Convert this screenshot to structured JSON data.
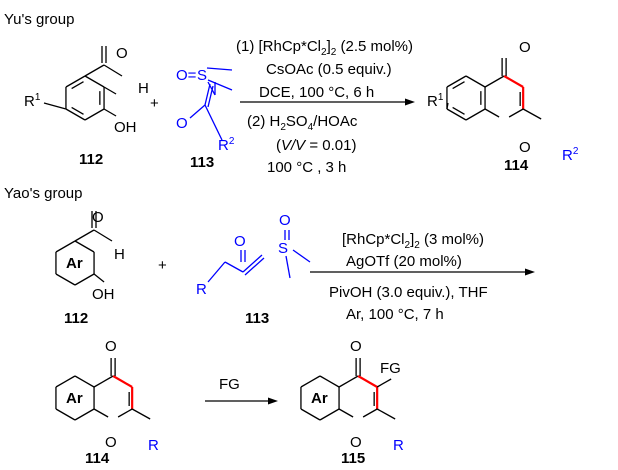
{
  "colors": {
    "reagent": "#0000ff",
    "new_bond": "#ff0000",
    "text": "#000000"
  },
  "yu": {
    "title": "Yu's group",
    "sm_label": "112",
    "sm_r1": "R",
    "sm_r1_sup": "1",
    "sm_cho_o": "O",
    "sm_cho_h": "H",
    "sm_oh": "OH",
    "plus": "+",
    "ylide_label": "113",
    "ylide_o1": "O=",
    "ylide_s": "S",
    "ylide_o2": "O",
    "ylide_r": "R",
    "ylide_r_sup": "2",
    "cond": {
      "l1a": "(1) [RhCp*Cl",
      "l1b": "2",
      "l1c": "]",
      "l1d": "2",
      "l1e": " (2.5 mol%)",
      "l2": "CsOAc (0.5 equiv.)",
      "l3": "DCE, 100 °C, 6 h",
      "l4a": "(2) H",
      "l4b": "2",
      "l4c": "SO",
      "l4d": "4",
      "l4e": "/HOAc",
      "l5a": "(",
      "l5b": "V/V",
      "l5c": " = 0.01)",
      "l6": "100 °C , 3 h"
    },
    "prod_label": "114",
    "prod_o": "O",
    "prod_ring_o": "O",
    "prod_r1": "R",
    "prod_r1_sup": "1",
    "prod_r2": "R",
    "prod_r2_sup": "2"
  },
  "yao": {
    "title": "Yao's group",
    "sm_label": "112",
    "sm_ar": "Ar",
    "sm_cho_o": "O",
    "sm_cho_h": "H",
    "sm_oh": "OH",
    "plus": "+",
    "ylide_label": "113",
    "ylide_o": "O",
    "ylide_s": "S",
    "ylide_so": "O",
    "ylide_r": "R",
    "cond": {
      "l1a": "[RhCp*Cl",
      "l1b": "2",
      "l1c": "]",
      "l1d": "2",
      "l1e": " (3 mol%)",
      "l2": "AgOTf (20 mol%)",
      "l3": "PivOH (3.0 equiv.), THF",
      "l4": "Ar, 100 °C, 7 h"
    },
    "p114_label": "114",
    "p114_ar": "Ar",
    "p114_o": "O",
    "p114_ring_o": "O",
    "p114_r": "R",
    "step_reagent": "FG",
    "p115_label": "115",
    "p115_ar": "Ar",
    "p115_o": "O",
    "p115_ring_o": "O",
    "p115_r": "R",
    "p115_fg": "FG"
  }
}
